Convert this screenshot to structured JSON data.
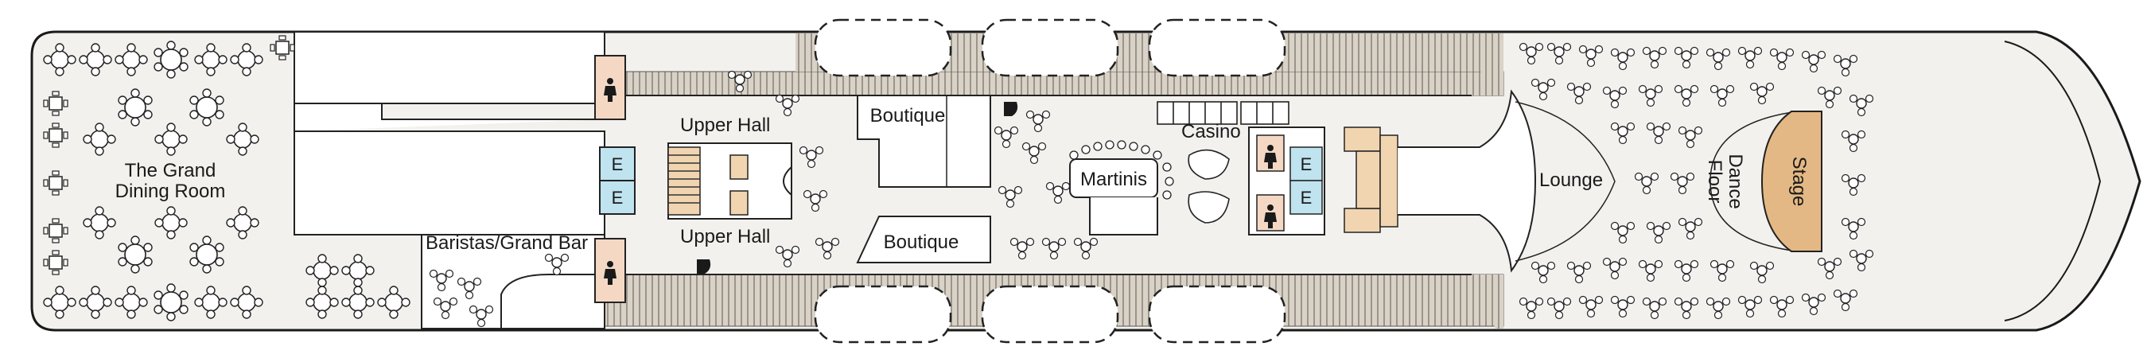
{
  "colors": {
    "hull_fill": "#f2f1ee",
    "hull_stroke": "#1a1a1a",
    "deck_plank": "#d9d2c7",
    "deck_plank_line": "#8c847a",
    "restroom": "#f5d8c3",
    "elevator": "#bfe3ef",
    "stair": "#f1d5b0",
    "stage": "#e4b884",
    "room_white": "#ffffff"
  },
  "labels": {
    "dining": [
      "The Grand",
      "Dining Room"
    ],
    "baristas": "Baristas/Grand Bar",
    "upper_hall_top": "Upper Hall",
    "upper_hall_bottom": "Upper Hall",
    "boutique_top": "Boutique",
    "boutique_bottom": "Boutique",
    "martinis": "Martinis",
    "casino": "Casino",
    "lounge": "Lounge",
    "dance_floor": [
      "Dance",
      "Floor"
    ],
    "stage": "Stage"
  },
  "icons": {
    "restroom": "restroom-icon",
    "elevator": "elevator-icon",
    "piano": "piano-icon"
  },
  "elevator_letter": "E"
}
